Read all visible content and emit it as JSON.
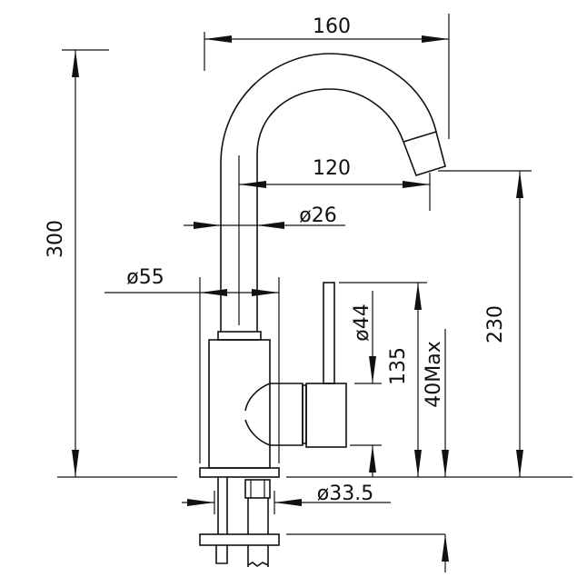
{
  "drawing": {
    "title": "Faucet dimension drawing",
    "dimensions": {
      "spout_reach": "160",
      "spout_inner_reach": "120",
      "pipe_diameter": "ø26",
      "body_diameter": "ø55",
      "handle_diameter": "ø44",
      "handle_height": "135",
      "total_height": "300",
      "spout_height": "230",
      "max_thickness": "40Max",
      "shank_diameter": "ø33.5"
    }
  }
}
